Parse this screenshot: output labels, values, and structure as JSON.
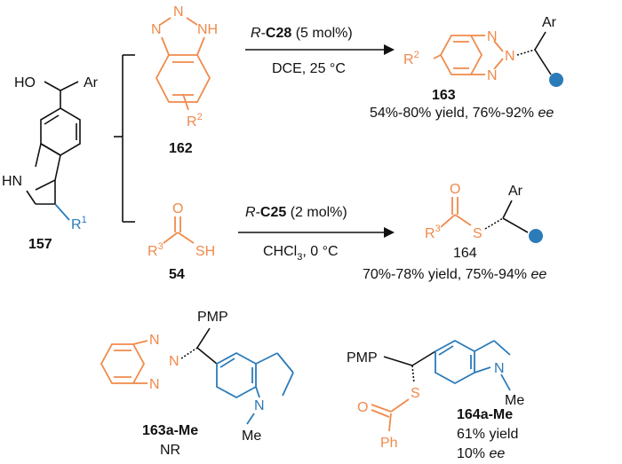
{
  "colors": {
    "reagent": "#f08a4b",
    "indole": "#2b7bb9",
    "text": "#111111"
  },
  "compounds": {
    "c157": {
      "id": "157",
      "ho": "HO",
      "ar": "Ar",
      "nh": "HN",
      "r1": "R",
      "r1_sup": "1"
    },
    "c162": {
      "id": "162",
      "n_top": "N",
      "n_left": "N",
      "nh": "NH",
      "r2": "R",
      "r2_sup": "2"
    },
    "c54": {
      "id": "54",
      "o": "O",
      "r3": "R",
      "r3_sup": "3",
      "sh": "SH"
    },
    "c163": {
      "id": "163",
      "r2": "R",
      "r2_sup": "2",
      "n1": "N",
      "n2": "N",
      "n3": "N",
      "ar": "Ar",
      "yield": "54%-80% yield, 76%-92% ",
      "ee": "ee"
    },
    "c164": {
      "id": "164",
      "o": "O",
      "r3": "R",
      "r3_sup": "3",
      "s": "S",
      "ar": "Ar",
      "yield": "70%-78% yield, 75%-94% ",
      "ee": "ee"
    },
    "c163aMe": {
      "id": "163a-Me",
      "note": "NR",
      "pmp": "PMP",
      "n1": "N",
      "n2": "N",
      "n3": "N",
      "n_me": "N",
      "me": "Me"
    },
    "c164aMe": {
      "id": "164a-Me",
      "pmp": "PMP",
      "s": "S",
      "o": "O",
      "ph": "Ph",
      "n": "N",
      "me": "Me",
      "yield": "61% yield",
      "ee_value": "10% ",
      "ee": "ee"
    }
  },
  "reactions": {
    "top": {
      "cat_prefix": "R",
      "cat_dash": "-",
      "catalyst": "C28",
      "loading": " (5 mol%)",
      "conditions": "DCE, 25 °C"
    },
    "bottom": {
      "cat_prefix": "R",
      "cat_dash": "-",
      "catalyst": "C25",
      "loading": " (2 mol%)",
      "solvent": "CHCl",
      "solvent_sub": "3",
      "temp": ", 0 °C"
    }
  }
}
